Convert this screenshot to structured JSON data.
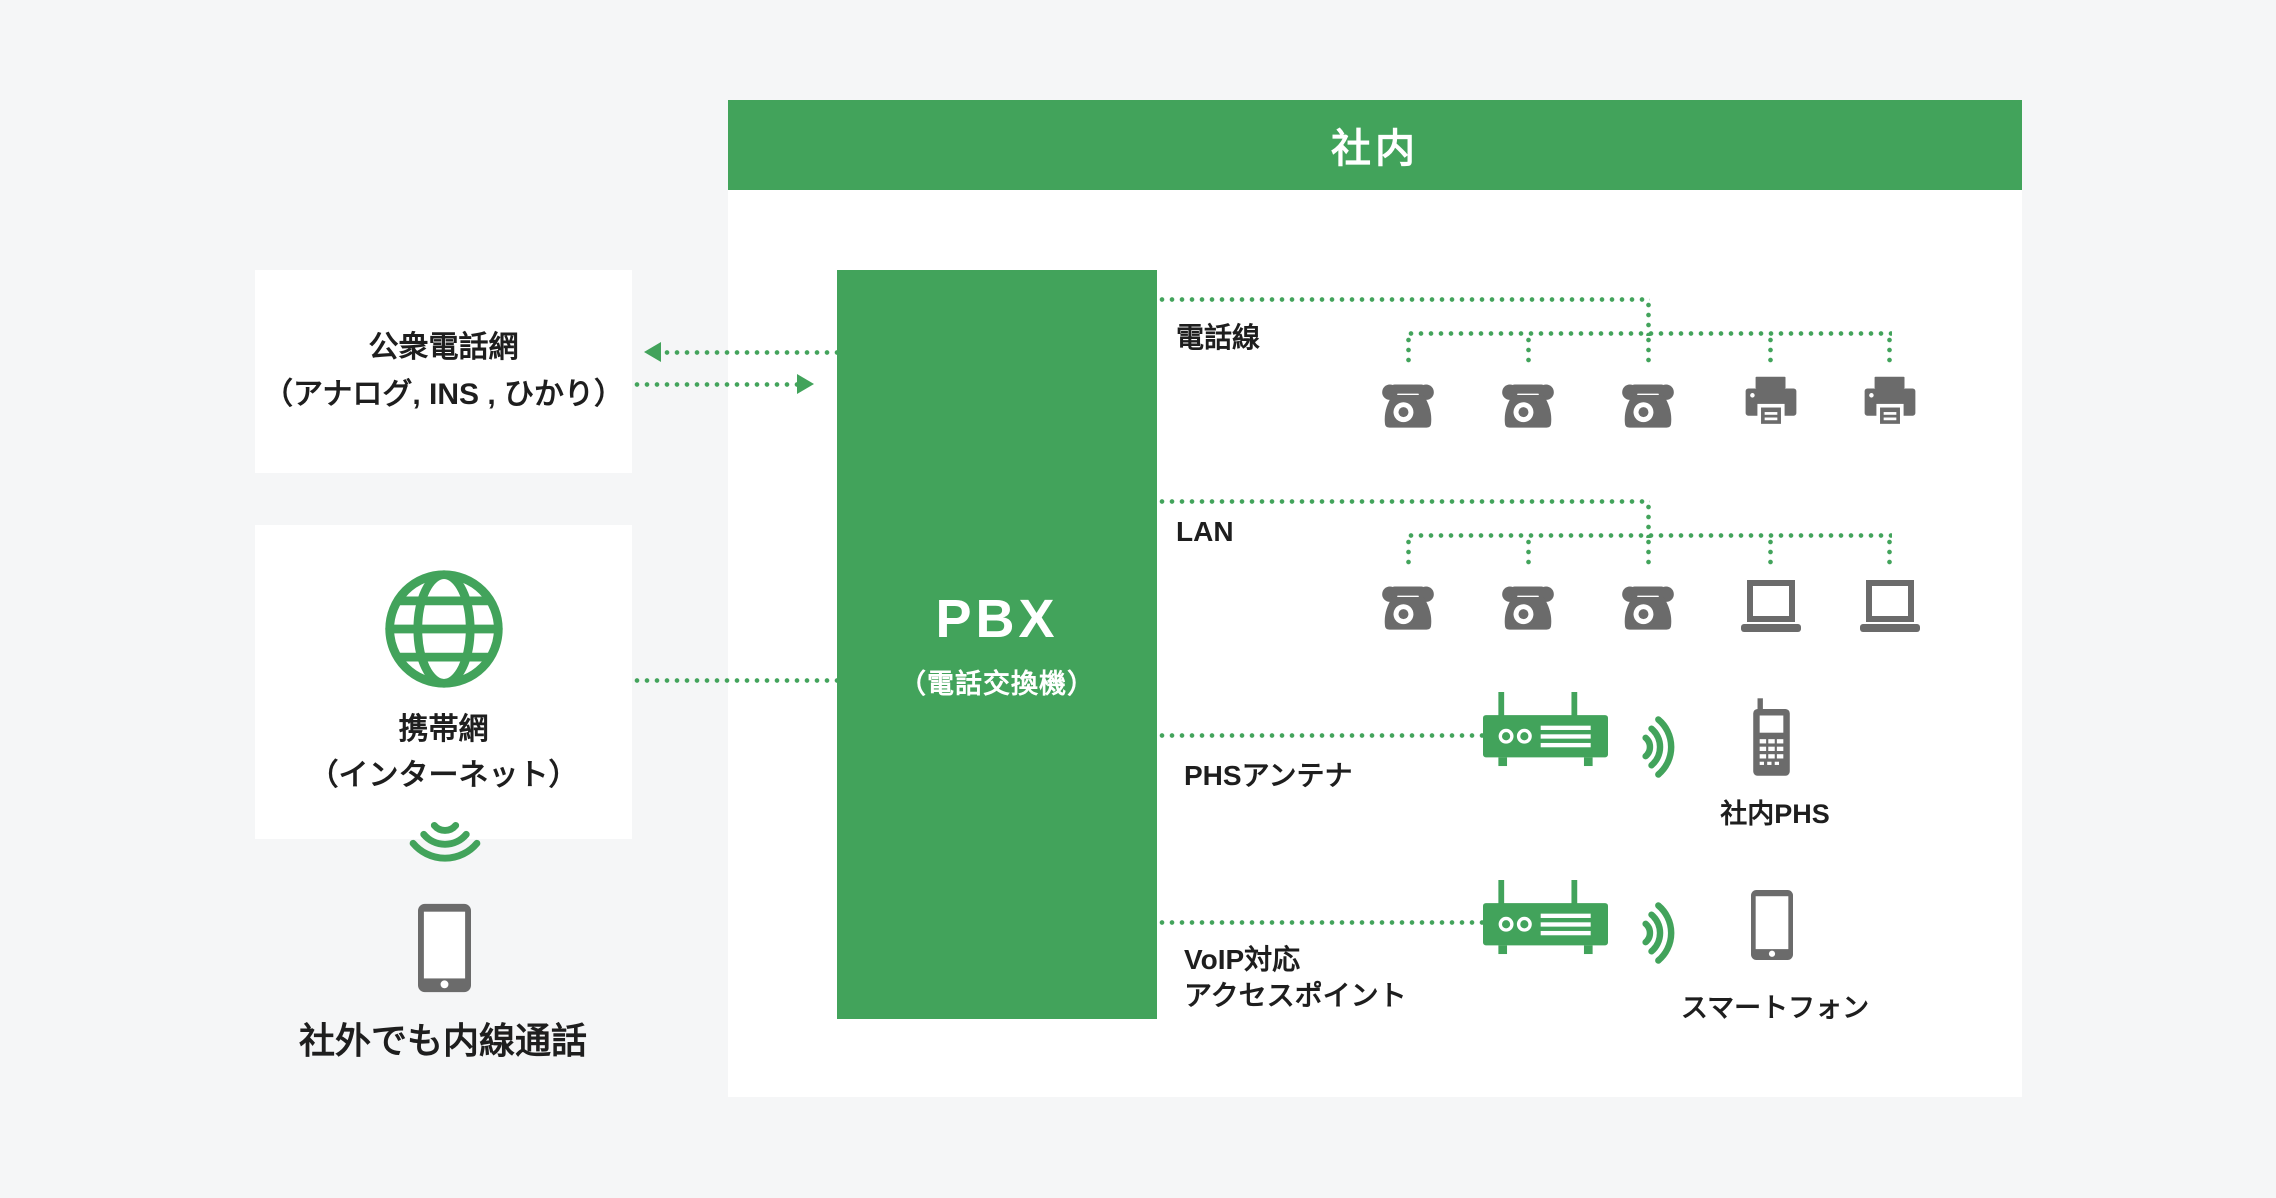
{
  "colors": {
    "green": "#42a35b",
    "icon_gray": "#6b6b6b",
    "text": "#1e1e1e",
    "background": "#f5f6f7",
    "panel": "#ffffff"
  },
  "header": {
    "title": "社内"
  },
  "pbx": {
    "title": "PBX",
    "subtitle": "（電話交換機）"
  },
  "left": {
    "pstn": {
      "line1": "公衆電話網",
      "line2": "（アナログ, INS , ひかり）"
    },
    "mobile": {
      "title": "携帯網",
      "subtitle": "（インターネット）"
    },
    "caption": "社外でも内線通話"
  },
  "rows": {
    "phone_line": {
      "label": "電話線",
      "devices": [
        "rotary-phone",
        "rotary-phone",
        "rotary-phone",
        "fax",
        "fax"
      ]
    },
    "lan": {
      "label": "LAN",
      "devices": [
        "rotary-phone",
        "rotary-phone",
        "rotary-phone",
        "laptop",
        "laptop"
      ]
    },
    "phs": {
      "label": "PHSアンテナ",
      "device_label": "社内PHS"
    },
    "voip": {
      "label1": "VoIP対応",
      "label2": "アクセスポイント",
      "device_label": "スマートフォン"
    }
  },
  "icons": {
    "globe-icon": "internet globe",
    "wifi-down-icon": "wireless signal radiating downward",
    "wifi-right-icon": "wireless signal radiating rightward",
    "smartphone-icon": "smartphone",
    "rotary-phone-icon": "desk telephone",
    "fax-icon": "fax machine",
    "laptop-icon": "laptop computer",
    "access-point-icon": "wireless access point with antennas",
    "phs-icon": "PHS handset",
    "dotted-arrow-left-icon": "dotted arrow pointing left",
    "dotted-arrow-right-icon": "dotted arrow pointing right"
  }
}
